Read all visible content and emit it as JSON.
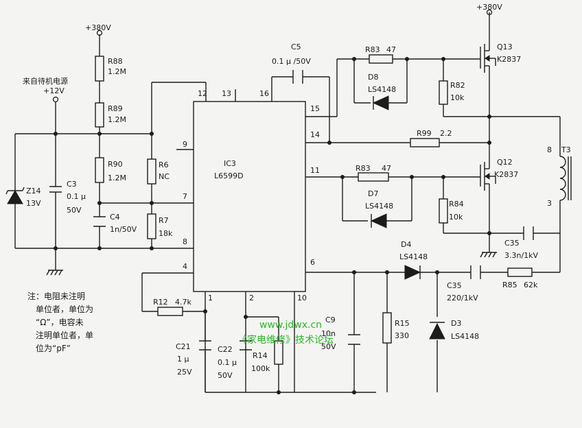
{
  "rails": {
    "v380_top": "+380V",
    "v380_left": "+380V",
    "v12": "+12V",
    "standby_source": "来自待机电源"
  },
  "ic": {
    "ref": "IC3",
    "part": "L6599D",
    "pins": [
      "12",
      "13",
      "16",
      "15",
      "14",
      "9",
      "11",
      "7",
      "8",
      "4",
      "6",
      "1",
      "2",
      "10"
    ]
  },
  "resistors": {
    "R88": [
      "R88",
      "1.2M"
    ],
    "R89": [
      "R89",
      "1.2M"
    ],
    "R90": [
      "R90",
      "1.2M"
    ],
    "R6": [
      "R6",
      "NC"
    ],
    "R7": [
      "R7",
      "18k"
    ],
    "R12": [
      "R12",
      "4.7k"
    ],
    "R14": [
      "R14",
      "100k"
    ],
    "R15": [
      "R15",
      "330"
    ],
    "R82": [
      "R82",
      "10k"
    ],
    "R84": [
      "R84",
      "10k"
    ],
    "R85": [
      "R85",
      "62k"
    ],
    "R99": [
      "R99",
      "2.2"
    ],
    "R83a": [
      "R83",
      "47"
    ],
    "R83b": [
      "R83",
      "47"
    ]
  },
  "capacitors": {
    "C3": [
      "C3",
      "0.1 μ",
      "50V"
    ],
    "C4": [
      "C4",
      "1n/50V"
    ],
    "C5": [
      "C5",
      "0.1 μ /50V"
    ],
    "C9": [
      "C9",
      "10n",
      "50V"
    ],
    "C21": [
      "C21",
      "1 μ",
      "25V"
    ],
    "C22": [
      "C22",
      "0.1 μ",
      "50V"
    ],
    "C35a": [
      "C35",
      "3.3n/1kV"
    ],
    "C35b": [
      "C35",
      "220/1kV"
    ]
  },
  "diodes": {
    "D3": [
      "D3",
      "LS4148"
    ],
    "D4": [
      "D4",
      "LS4148"
    ],
    "D7": [
      "D7",
      "LS4148"
    ],
    "D8": [
      "D8",
      "LS4148"
    ],
    "Z14": [
      "Z14",
      "13V"
    ]
  },
  "transistors": {
    "Q12": [
      "Q12",
      "K2837"
    ],
    "Q13": [
      "Q13",
      "K2837"
    ]
  },
  "transformer": {
    "ref": "T3",
    "pin8": "8",
    "pin3": "3"
  },
  "note": [
    "注：电阻未注明",
    "单位者，单位为",
    "“Ω”，电容未",
    "注明单位者，单",
    "位为“pF”"
  ],
  "watermark": {
    "url": "www.jdwx.cn",
    "forum": "《家电维修》技术论坛",
    "color": "#2bb52b"
  }
}
